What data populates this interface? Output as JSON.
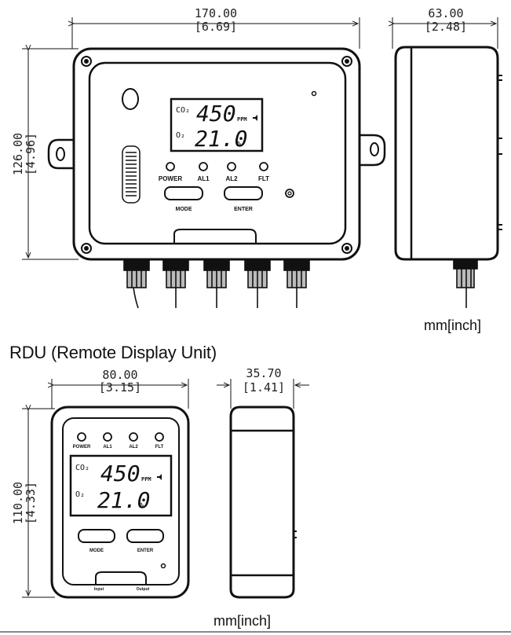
{
  "top_unit": {
    "front": {
      "width_mm": "170.00",
      "width_in": "[6.69]",
      "height_mm": "126.00",
      "height_in": "[4.96]",
      "lcd": {
        "gas1": "CO₂",
        "value1": "450",
        "unit1": "PPM",
        "gas2": "O₂",
        "value2": "21.0",
        "unit2": "%"
      },
      "leds": [
        "POWER",
        "AL1",
        "AL2",
        "FLT"
      ],
      "buttons": [
        "MODE",
        "ENTER"
      ]
    },
    "side": {
      "depth_mm": "63.00",
      "depth_in": "[2.48]"
    },
    "unit_label": "mm[inch]"
  },
  "rdu": {
    "title": "RDU (Remote Display Unit)",
    "front": {
      "width_mm": "80.00",
      "width_in": "[3.15]",
      "height_mm": "110.00",
      "height_in": "[4.33]",
      "lcd": {
        "gas1": "CO₂",
        "value1": "450",
        "unit1": "PPM",
        "gas2": "O₂",
        "value2": "21.0",
        "unit2": "%"
      },
      "leds": [
        "POWER",
        "AL1",
        "AL2",
        "FLT"
      ],
      "buttons": [
        "MODE",
        "ENTER"
      ],
      "bottom_labels": [
        "Input",
        "Output"
      ]
    },
    "side": {
      "depth_mm": "35.70",
      "depth_in": "[1.41]"
    },
    "unit_label": "mm[inch]"
  }
}
